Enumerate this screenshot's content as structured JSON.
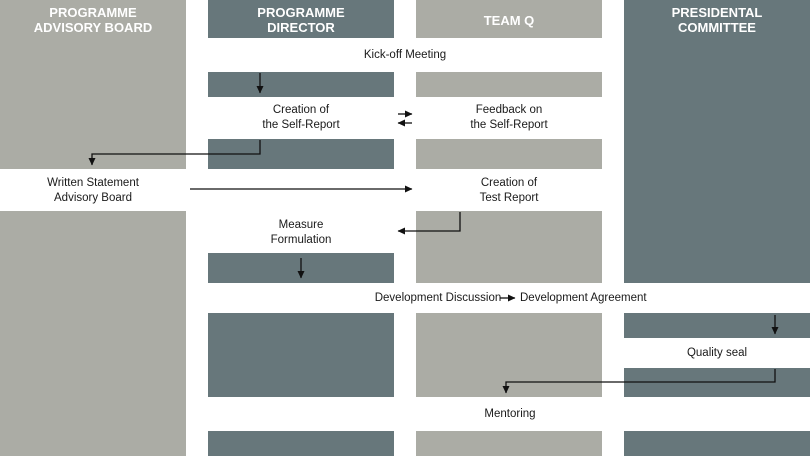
{
  "colors": {
    "light_column": "#abaca5",
    "dark_column": "#67777b",
    "band": "#ffffff",
    "text": "#1a1a1a",
    "header_text": "#ffffff",
    "arrow": "#111111"
  },
  "columns": [
    {
      "id": "advisory",
      "header": [
        "PROGRAMME",
        "ADVISORY BOARD"
      ],
      "shade": "light"
    },
    {
      "id": "director",
      "header": [
        "PROGRAMME",
        "DIRECTOR"
      ],
      "shade": "dark"
    },
    {
      "id": "teamq",
      "header": [
        "TEAM Q"
      ],
      "shade": "light"
    },
    {
      "id": "committee",
      "header": [
        "PRESIDENTAL",
        "COMMITTEE"
      ],
      "shade": "dark"
    }
  ],
  "steps": {
    "kickoff": [
      "Kick-off Meeting"
    ],
    "creation_self_report": [
      "Creation of",
      "the Self-Report"
    ],
    "feedback_self_report": [
      "Feedback on",
      "the Self-Report"
    ],
    "written_statement": [
      "Written Statement",
      "Advisory Board"
    ],
    "creation_test_report": [
      "Creation of",
      "Test Report"
    ],
    "measure_formulation": [
      "Measure",
      "Formulation"
    ],
    "development_discussion": [
      "Development Discussion"
    ],
    "development_agreement": [
      "Development Agreement"
    ],
    "quality_seal": [
      "Quality seal"
    ],
    "mentoring": [
      "Mentoring"
    ]
  }
}
